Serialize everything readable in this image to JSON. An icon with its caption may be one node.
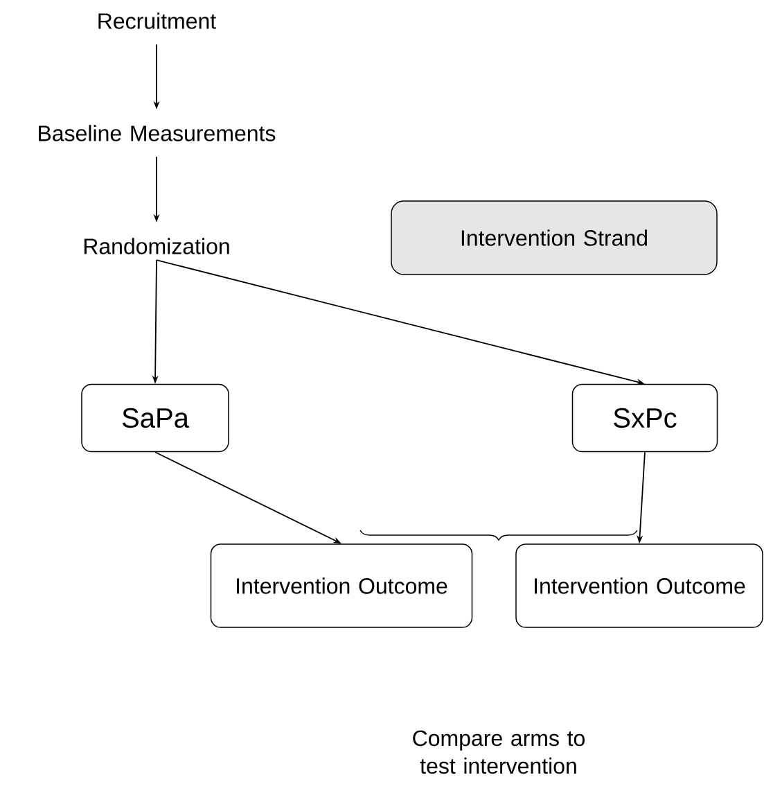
{
  "diagram": {
    "nodes": [
      {
        "text": [
          "Recruitment"
        ]
      },
      {
        "text": [
          "Baseline Measurements"
        ]
      },
      {
        "text": [
          "Randomization"
        ]
      },
      {
        "text": [
          "Intervention Strand"
        ]
      },
      {
        "text": [
          "SaPa"
        ]
      },
      {
        "text": [
          "SxPc"
        ]
      },
      {
        "text": [
          "Intervention Outcome"
        ]
      },
      {
        "text": [
          "Intervention Outcome"
        ]
      },
      {
        "text": [
          "Compare arms to test intervention"
        ]
      }
    ],
    "edges": [
      {
        "from": 0,
        "to": 1,
        "arrow": "to"
      },
      {
        "from": 1,
        "to": 2,
        "arrow": "to"
      },
      {
        "from": 2,
        "to": 4,
        "arrow": "to"
      },
      {
        "from": 2,
        "to": 5,
        "arrow": "to"
      },
      {
        "from": 4,
        "to": 6,
        "arrow": "to"
      },
      {
        "from": 5,
        "to": 7,
        "arrow": "to"
      }
    ]
  }
}
